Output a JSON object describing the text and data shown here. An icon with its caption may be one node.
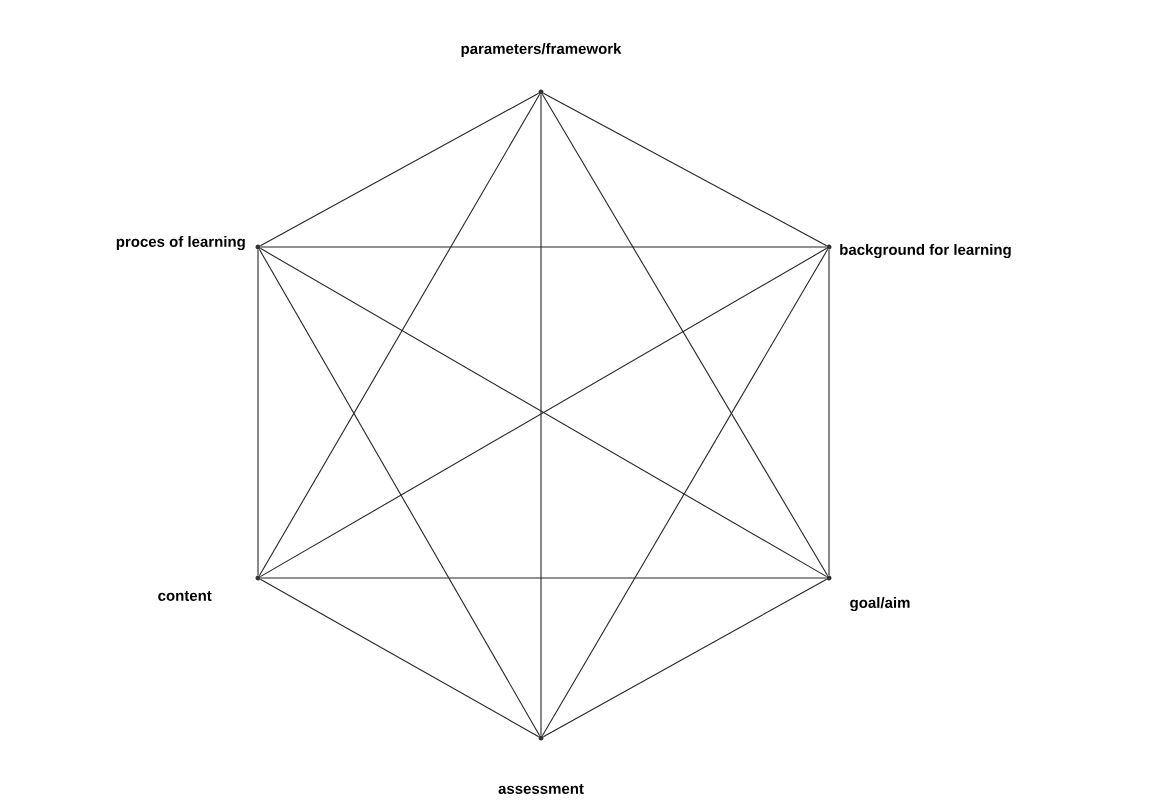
{
  "diagram": {
    "nodes": [
      {
        "text": [],
        "shape": "circle",
        "beside": [
          "parameters/framework"
        ]
      },
      {
        "text": [],
        "shape": "circle",
        "beside": [
          "proces of learning"
        ]
      },
      {
        "text": [],
        "shape": "circle",
        "beside": [
          "background for learning"
        ]
      },
      {
        "text": [],
        "shape": "circle",
        "beside": [
          "content"
        ]
      },
      {
        "text": [],
        "shape": "circle",
        "beside": [
          "goal/aim"
        ]
      },
      {
        "text": [],
        "shape": "circle",
        "beside": [
          "assessment"
        ]
      }
    ],
    "edges": [
      {
        "from": 0,
        "to": 1,
        "arrow": "none"
      },
      {
        "from": 0,
        "to": 2,
        "arrow": "none"
      },
      {
        "from": 0,
        "to": 3,
        "arrow": "none"
      },
      {
        "from": 0,
        "to": 4,
        "arrow": "none"
      },
      {
        "from": 0,
        "to": 5,
        "arrow": "none"
      },
      {
        "from": 1,
        "to": 2,
        "arrow": "none"
      },
      {
        "from": 1,
        "to": 3,
        "arrow": "none"
      },
      {
        "from": 1,
        "to": 4,
        "arrow": "none"
      },
      {
        "from": 1,
        "to": 5,
        "arrow": "none"
      },
      {
        "from": 2,
        "to": 3,
        "arrow": "none"
      },
      {
        "from": 2,
        "to": 4,
        "arrow": "none"
      },
      {
        "from": 2,
        "to": 5,
        "arrow": "none"
      },
      {
        "from": 3,
        "to": 4,
        "arrow": "none"
      },
      {
        "from": 3,
        "to": 5,
        "arrow": "none"
      },
      {
        "from": 4,
        "to": 5,
        "arrow": "none"
      }
    ]
  }
}
